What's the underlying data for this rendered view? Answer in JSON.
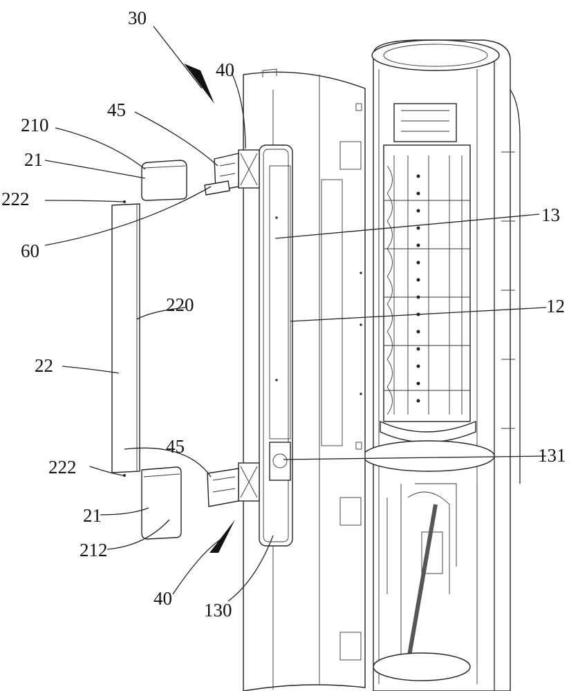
{
  "labels": {
    "l30": "30",
    "l40_top": "40",
    "l45_top": "45",
    "l210": "210",
    "l21_top": "21",
    "l222_top": "222",
    "l60": "60",
    "l13": "13",
    "l220": "220",
    "l12": "12",
    "l22": "22",
    "l45_bottom": "45",
    "l131": "131",
    "l222_bottom": "222",
    "l21_bottom": "21",
    "l212": "212",
    "l40_bottom": "40",
    "l130": "130"
  }
}
